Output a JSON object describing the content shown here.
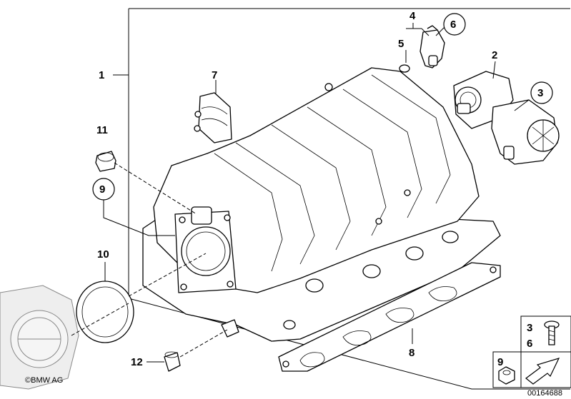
{
  "callouts": {
    "c1": "1",
    "c2": "2",
    "c3": "3",
    "c4": "4",
    "c5": "5",
    "c6": "6",
    "c7": "7",
    "c8": "8",
    "c9": "9",
    "c10": "10",
    "c11": "11",
    "c12": "12"
  },
  "legend": {
    "n3": "3",
    "n6": "6",
    "n9": "9"
  },
  "copyright": "©BMW AG",
  "diagram_number": "00164688"
}
